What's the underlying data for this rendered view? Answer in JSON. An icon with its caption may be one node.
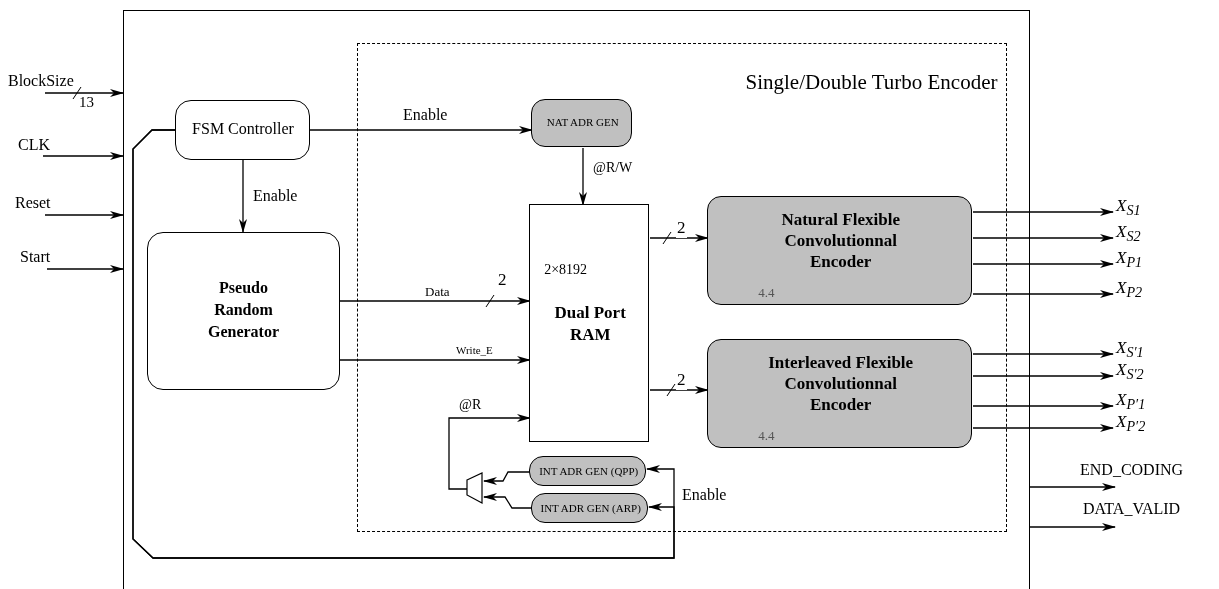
{
  "diagram": {
    "nodes": [
      {
        "text": [],
        "shape": "box"
      },
      {
        "text": [
          "Single/Double Turbo Encoder"
        ],
        "in": 0
      },
      {
        "text": [
          "FSM Controller"
        ],
        "in": 0
      },
      {
        "text": [
          "Pseudo Random Generator"
        ],
        "in": 0
      },
      {
        "text": [
          "NAT ADR GEN"
        ],
        "in": 1
      },
      {
        "text": [
          "2×8192",
          "Dual Port RAM"
        ],
        "in": 1
      },
      {
        "text": [
          "Natural Flexible Convolutionnal Encoder",
          "4.4"
        ],
        "in": 1
      },
      {
        "text": [
          "Interleaved Flexible Convolutionnal Encoder",
          "4.4"
        ],
        "in": 1
      },
      {
        "text": [
          "INT ADR GEN (QPP)"
        ],
        "in": 1
      },
      {
        "text": [
          "INT ADR GEN (ARP)"
        ],
        "in": 1
      },
      {
        "text": [],
        "shape": "trapezoid",
        "in": 1
      },
      {
        "text": [
          "BlockSize"
        ]
      },
      {
        "text": [
          "CLK"
        ]
      },
      {
        "text": [
          "Reset"
        ]
      },
      {
        "text": [
          "Start"
        ]
      },
      {
        "text": [
          "X$_{S1}$"
        ]
      },
      {
        "text": [
          "X$_{S2}$"
        ]
      },
      {
        "text": [
          "X$_{P1}$"
        ]
      },
      {
        "text": [
          "X$_{P2}$"
        ]
      },
      {
        "text": [
          "X$_{S′1}$"
        ]
      },
      {
        "text": [
          "X$_{S′2}$"
        ]
      },
      {
        "text": [
          "X$_{P′1}$"
        ]
      },
      {
        "text": [
          "X$_{P′2}$"
        ]
      },
      {
        "text": [
          "END_CODING"
        ]
      },
      {
        "text": [
          "DATA_VALID"
        ]
      }
    ],
    "edges": [
      {
        "from": 11,
        "to": 0,
        "arrow": "to",
        "label": "13"
      },
      {
        "from": 12,
        "to": 0,
        "arrow": "to"
      },
      {
        "from": 13,
        "to": 0,
        "arrow": "to"
      },
      {
        "from": 14,
        "to": 0,
        "arrow": "to"
      },
      {
        "from": 2,
        "to": 4,
        "arrow": "to",
        "label": "Enable"
      },
      {
        "from": 2,
        "to": 3,
        "arrow": "to",
        "label": "Enable"
      },
      {
        "from": 4,
        "to": 5,
        "arrow": "to",
        "label": "@R/W"
      },
      {
        "from": 3,
        "to": 5,
        "arrow": "to",
        "label": "Data"
      },
      {
        "from": 3,
        "to": 5,
        "arrow": "to",
        "label": "Write_E"
      },
      {
        "from": 10,
        "to": 5,
        "arrow": "to",
        "label": "@R"
      },
      {
        "from": 8,
        "to": 10,
        "arrow": "to"
      },
      {
        "from": 9,
        "to": 10,
        "arrow": "to"
      },
      {
        "from": 2,
        "to": 8,
        "arrow": "to",
        "label": "Enable"
      },
      {
        "from": 2,
        "to": 9,
        "arrow": "to"
      },
      {
        "from": 5,
        "to": 6,
        "arrow": "to",
        "label": "2"
      },
      {
        "from": 5,
        "to": 7,
        "arrow": "to",
        "label": "2"
      },
      {
        "from": 6,
        "to": 15,
        "arrow": "to"
      },
      {
        "from": 6,
        "to": 16,
        "arrow": "to"
      },
      {
        "from": 6,
        "to": 17,
        "arrow": "to"
      },
      {
        "from": 6,
        "to": 18,
        "arrow": "to"
      },
      {
        "from": 7,
        "to": 19,
        "arrow": "to"
      },
      {
        "from": 7,
        "to": 20,
        "arrow": "to"
      },
      {
        "from": 7,
        "to": 21,
        "arrow": "to"
      },
      {
        "from": 7,
        "to": 22,
        "arrow": "to"
      },
      {
        "from": 0,
        "to": 23,
        "arrow": "to"
      },
      {
        "from": 0,
        "to": 24,
        "arrow": "to"
      }
    ],
    "labels": [
      "2"
    ]
  }
}
